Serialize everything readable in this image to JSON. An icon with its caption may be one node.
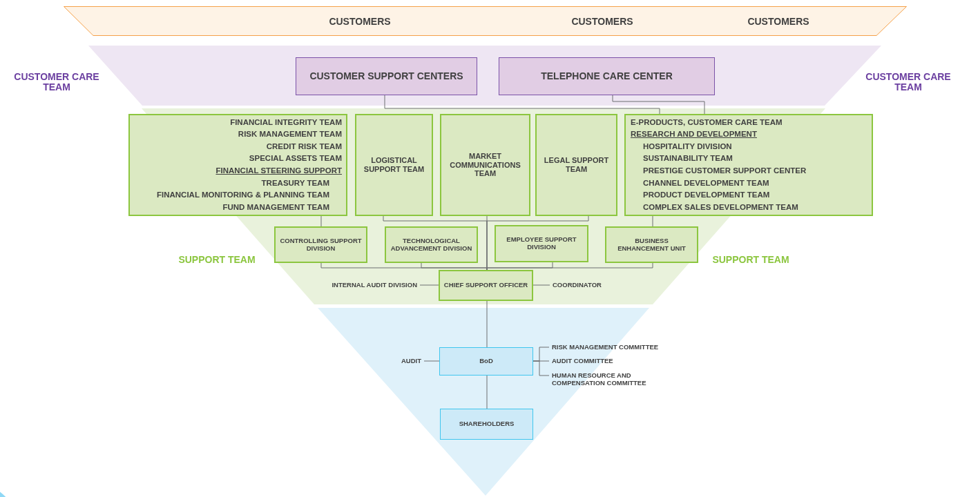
{
  "diagram": {
    "nodes": [
      {
        "text": [
          "CUSTOMERS",
          "CUSTOMERS",
          "CUSTOMERS"
        ]
      },
      {
        "text": [
          "CUSTOMER SUPPORT CENTERS"
        ]
      },
      {
        "text": [
          "TELEPHONE CARE CENTER"
        ]
      },
      {
        "text": [
          "FINANCIAL INTEGRITY TEAM",
          "RISK MANAGEMENT TEAM",
          "CREDIT RISK TEAM",
          "SPECIAL ASSETS TEAM",
          "FINANCIAL STEERING SUPPORT",
          "TREASURY TEAM",
          "FINANCIAL MONITORING & PLANNING TEAM",
          "FUND MANAGEMENT TEAM"
        ]
      },
      {
        "text": [
          "LOGISTICAL SUPPORT TEAM"
        ]
      },
      {
        "text": [
          "MARKET COMMUNICATIONS TEAM"
        ]
      },
      {
        "text": [
          "LEGAL SUPPORT TEAM"
        ]
      },
      {
        "text": [
          "E-PRODUCTS, CUSTOMER CARE TEAM",
          "RESEARCH AND DEVELOPMENT",
          "HOSPITALITY DIVISION",
          "SUSTAINABILITY TEAM",
          "PRESTIGE CUSTOMER SUPPORT CENTER",
          "CHANNEL DEVELOPMENT TEAM",
          "PRODUCT DEVELOPMENT TEAM",
          "COMPLEX SALES DEVELOPMENT TEAM"
        ]
      },
      {
        "text": [
          "CONTROLLING SUPPORT DIVISION"
        ]
      },
      {
        "text": [
          "TECHNOLOGICAL ADVANCEMENT DIVISION"
        ]
      },
      {
        "text": [
          "EMPLOYEE SUPPORT DIVISION"
        ]
      },
      {
        "text": [
          "BUSINESS ENHANCEMENT UNIT"
        ]
      },
      {
        "text": [
          "CHIEF SUPPORT OFFICER"
        ]
      },
      {
        "text": [
          "INTERNAL AUDIT DIVISION"
        ]
      },
      {
        "text": [
          "COORDINATOR"
        ]
      },
      {
        "text": [
          "BoD"
        ]
      },
      {
        "text": [
          "AUDIT"
        ]
      },
      {
        "text": [
          "RISK MANAGEMENT COMMITTEE"
        ]
      },
      {
        "text": [
          "AUDIT COMMITTEE"
        ]
      },
      {
        "text": [
          "HUMAN RESOURCE AND COMPENSATION COMMITTEE"
        ]
      },
      {
        "text": [
          "SHAREHOLDERS"
        ]
      }
    ],
    "edges": [
      {
        "from": 1,
        "to": 7,
        "arrow": "none"
      },
      {
        "from": 2,
        "to": 7,
        "arrow": "none"
      },
      {
        "from": 3,
        "to": 8,
        "arrow": "none"
      },
      {
        "from": 4,
        "to": 12,
        "arrow": "none"
      },
      {
        "from": 5,
        "to": 12,
        "arrow": "none"
      },
      {
        "from": 6,
        "to": 12,
        "arrow": "none"
      },
      {
        "from": 7,
        "to": 11,
        "arrow": "none"
      },
      {
        "from": 8,
        "to": 12,
        "arrow": "none"
      },
      {
        "from": 9,
        "to": 12,
        "arrow": "none"
      },
      {
        "from": 10,
        "to": 12,
        "arrow": "none"
      },
      {
        "from": 11,
        "to": 12,
        "arrow": "none"
      },
      {
        "from": 13,
        "to": 12,
        "arrow": "none"
      },
      {
        "from": 12,
        "to": 14,
        "arrow": "none"
      },
      {
        "from": 12,
        "to": 15,
        "arrow": "none"
      },
      {
        "from": 16,
        "to": 15,
        "arrow": "none"
      },
      {
        "from": 15,
        "to": 17,
        "arrow": "none"
      },
      {
        "from": 15,
        "to": 18,
        "arrow": "none"
      },
      {
        "from": 15,
        "to": 19,
        "arrow": "none"
      },
      {
        "from": 15,
        "to": 20,
        "arrow": "none"
      }
    ],
    "labels": [
      "CUSTOMER CARE TEAM",
      "CUSTOMER CARE TEAM",
      "SUPPORT TEAM",
      "SUPPORT TEAM"
    ]
  }
}
